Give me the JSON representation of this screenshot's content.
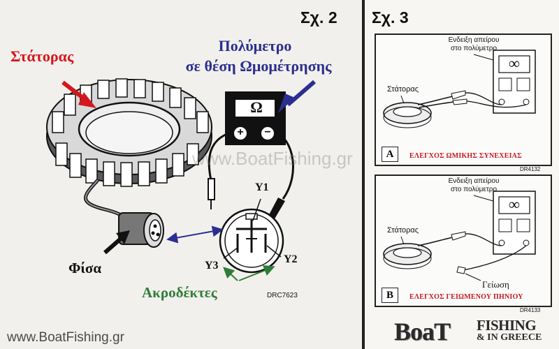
{
  "fig2": {
    "label": "Σχ. 2",
    "stator_label": "Στάτορας",
    "multimeter_label_line1": "Πολύμετρο",
    "multimeter_label_line2": "σε θέση Ωμομέτρησης",
    "ohm_symbol": "Ω",
    "plus_symbol": "+",
    "minus_symbol": "−",
    "y1": "Y1",
    "y2": "Y2",
    "y3": "Y3",
    "plug_label": "Φίσα",
    "terminals_label": "Ακροδέκτες",
    "code": "DRC7623",
    "watermark": "www.BoatFishing.gr",
    "footer_url": "www.BoatFishing.gr"
  },
  "fig3": {
    "label": "Σχ. 3",
    "panel_a": {
      "meter_note_line1": "Ενδειξη απείρου",
      "meter_note_line2": "στο πολύμετρο",
      "stator_label": "Στάτορας",
      "infinity": "∞",
      "letter": "A",
      "caption": "ΕΛΕΓΧΟΣ ΩΜΙΚΗΣ ΣΥΝΕΧΕΙΑΣ",
      "code": "DR4132"
    },
    "panel_b": {
      "meter_note_line1": "Ενδειξη απείρου",
      "meter_note_line2": "στο πολύμετρο",
      "stator_label": "Στάτορας",
      "infinity": "∞",
      "ground_label": "Γείωση",
      "letter": "B",
      "caption": "ΕΛΕΓΧΟΣ ΓΕΙΩΜΕΝΟΥ ΠΗΝΙΟΥ",
      "code": "DR4133"
    }
  },
  "logo": {
    "boat": "BoaT",
    "fishing": "FISHING",
    "in_greece": "& IN GREECE"
  },
  "colors": {
    "red": "#d4171e",
    "blue": "#2b2f8f",
    "green": "#2e7d3a",
    "black": "#111111"
  }
}
